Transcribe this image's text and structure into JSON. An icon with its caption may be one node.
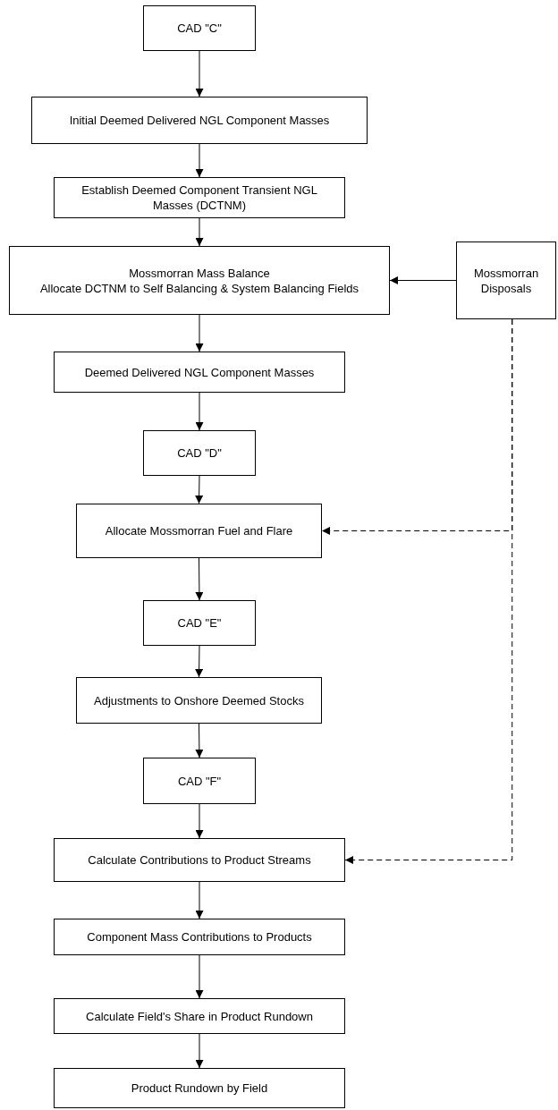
{
  "diagram": {
    "nodes": [
      {
        "text": [
          "CAD \"C\""
        ]
      },
      {
        "text": [
          "Initial Deemed Delivered NGL Component Masses"
        ]
      },
      {
        "text": [
          "Establish Deemed Component Transient NGL Masses (DCTNM)"
        ]
      },
      {
        "text": [
          "Mossmorran Mass Balance",
          "Allocate DCTNM to Self Balancing & System Balancing Fields"
        ]
      },
      {
        "text": [
          "Mossmorran Disposals"
        ]
      },
      {
        "text": [
          "Deemed Delivered NGL Component Masses"
        ]
      },
      {
        "text": [
          "CAD \"D\""
        ]
      },
      {
        "text": [
          "Allocate Mossmorran Fuel and Flare"
        ]
      },
      {
        "text": [
          "CAD \"E\""
        ]
      },
      {
        "text": [
          "Adjustments to Onshore Deemed Stocks"
        ]
      },
      {
        "text": [
          "CAD \"F\""
        ]
      },
      {
        "text": [
          "Calculate Contributions to Product Streams"
        ]
      },
      {
        "text": [
          "Component Mass Contributions to Products"
        ]
      },
      {
        "text": [
          "Calculate Field's Share in Product Rundown"
        ]
      },
      {
        "text": [
          "Product Rundown by Field"
        ]
      }
    ],
    "edges": [
      {
        "from": 0,
        "to": 1,
        "arrow": "to"
      },
      {
        "from": 1,
        "to": 2,
        "arrow": "to"
      },
      {
        "from": 2,
        "to": 3,
        "arrow": "to"
      },
      {
        "from": 4,
        "to": 3,
        "arrow": "to"
      },
      {
        "from": 3,
        "to": 5,
        "arrow": "to"
      },
      {
        "from": 5,
        "to": 6,
        "arrow": "to"
      },
      {
        "from": 6,
        "to": 7,
        "arrow": "to"
      },
      {
        "from": 4,
        "to": 7,
        "arrow": "to",
        "style": "dashed"
      },
      {
        "from": 7,
        "to": 8,
        "arrow": "to"
      },
      {
        "from": 8,
        "to": 9,
        "arrow": "to"
      },
      {
        "from": 9,
        "to": 10,
        "arrow": "to"
      },
      {
        "from": 10,
        "to": 11,
        "arrow": "to"
      },
      {
        "from": 4,
        "to": 11,
        "arrow": "to",
        "style": "dashed"
      },
      {
        "from": 11,
        "to": 12,
        "arrow": "to"
      },
      {
        "from": 12,
        "to": 13,
        "arrow": "to"
      },
      {
        "from": 13,
        "to": 14,
        "arrow": "to"
      }
    ]
  }
}
